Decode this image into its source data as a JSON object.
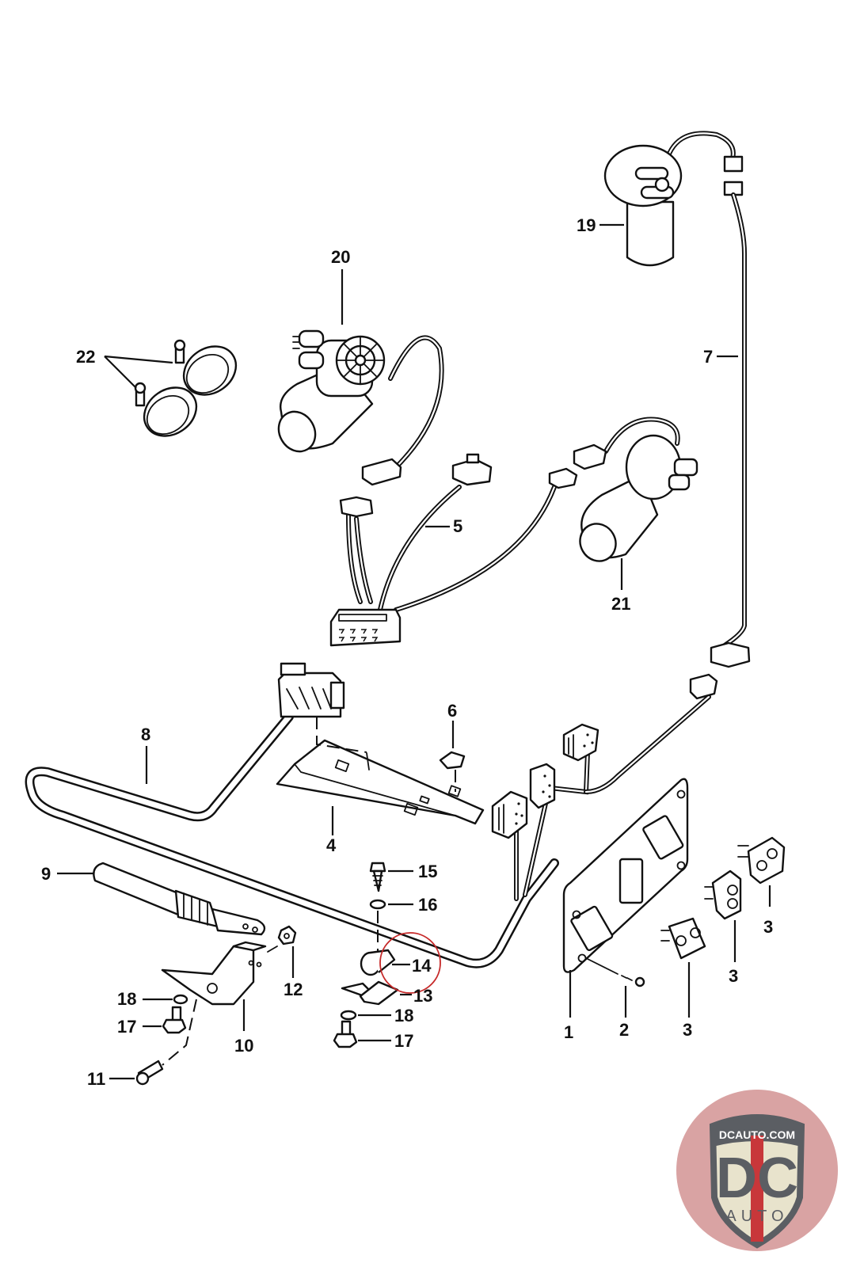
{
  "diagram": {
    "type": "exploded-parts-diagram",
    "subject": "Power seat wiring harness, motors, switch panel and mounting hardware",
    "highlighted_part": "14",
    "highlight_color": "#c62828"
  },
  "callouts": [
    {
      "id": "1",
      "label": "1",
      "part": "switch-mounting-plate"
    },
    {
      "id": "2",
      "label": "2",
      "part": "screw"
    },
    {
      "id": "3a",
      "label": "3",
      "part": "seat-switch"
    },
    {
      "id": "3b",
      "label": "3",
      "part": "seat-switch"
    },
    {
      "id": "3c",
      "label": "3",
      "part": "seat-switch"
    },
    {
      "id": "4",
      "label": "4",
      "part": "harness-bracket-plate"
    },
    {
      "id": "5",
      "label": "5",
      "part": "motor-wiring-harness"
    },
    {
      "id": "6",
      "label": "6",
      "part": "clip"
    },
    {
      "id": "7",
      "label": "7",
      "part": "motor-lead-harness"
    },
    {
      "id": "8",
      "label": "8",
      "part": "main-wiring-harness"
    },
    {
      "id": "9",
      "label": "9",
      "part": "cable-sleeve-with-eyelet"
    },
    {
      "id": "10",
      "label": "10",
      "part": "mounting-bracket"
    },
    {
      "id": "11",
      "label": "11",
      "part": "bolt"
    },
    {
      "id": "12",
      "label": "12",
      "part": "nut"
    },
    {
      "id": "13",
      "label": "13",
      "part": "clamp-bracket"
    },
    {
      "id": "14",
      "label": "14",
      "part": "cable-clamp"
    },
    {
      "id": "15",
      "label": "15",
      "part": "self-tapping-screw"
    },
    {
      "id": "16",
      "label": "16",
      "part": "washer"
    },
    {
      "id": "17a",
      "label": "17",
      "part": "hex-bolt"
    },
    {
      "id": "17b",
      "label": "17",
      "part": "hex-bolt"
    },
    {
      "id": "18a",
      "label": "18",
      "part": "washer"
    },
    {
      "id": "18b",
      "label": "18",
      "part": "washer"
    },
    {
      "id": "19",
      "label": "19",
      "part": "seat-motor"
    },
    {
      "id": "20",
      "label": "20",
      "part": "seat-motor"
    },
    {
      "id": "21",
      "label": "21",
      "part": "seat-motor"
    },
    {
      "id": "22",
      "label": "22",
      "part": "hose-clamps"
    }
  ],
  "watermark": {
    "top_text": "DCAUTO.COM",
    "letters": "DC",
    "bottom_text": "AUTO",
    "colors": {
      "badge": "#d9a3a3",
      "shield_border": "#5b5e63",
      "shield_fill": "#e8e3cc",
      "stripe": "#c8373a",
      "letters": "#5b5e63"
    }
  }
}
